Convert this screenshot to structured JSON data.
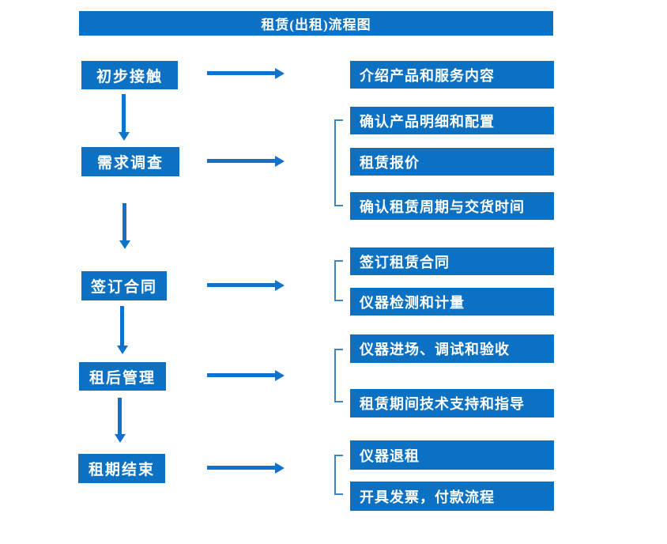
{
  "title": "租赁(出租)流程图",
  "colors": {
    "box_blue": "#0C71C2",
    "arrow_blue": "#1272CA",
    "bracket_blue": "#3C85C8",
    "text_white": "#ffffff"
  },
  "steps": [
    {
      "label": "初步接触",
      "details": [
        "介绍产品和服务内容"
      ]
    },
    {
      "label": "需求调查",
      "details": [
        "确认产品明细和配置",
        "租赁报价",
        "确认租赁周期与交货时间"
      ]
    },
    {
      "label": "签订合同",
      "details": [
        "签订租赁合同",
        "仪器检测和计量"
      ]
    },
    {
      "label": "租后管理",
      "details": [
        "仪器进场、调试和验收",
        "租赁期间技术支持和指导"
      ]
    },
    {
      "label": "租期结束",
      "details": [
        "仪器退租",
        "开具发票，付款流程"
      ]
    }
  ]
}
